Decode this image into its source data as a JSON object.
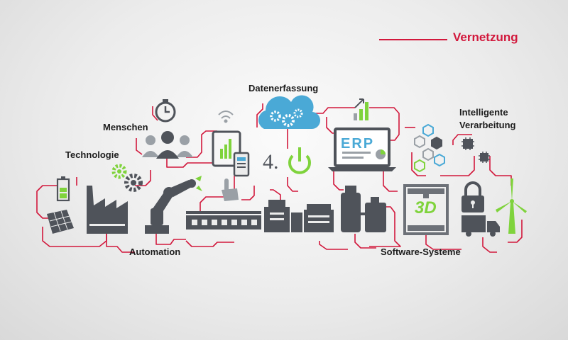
{
  "header": {
    "title": "Vernetzung"
  },
  "labels": {
    "datenerfassung": "Datenerfassung",
    "menschen": "Menschen",
    "technologie": "Technologie",
    "intelligente_line1": "Intelligente",
    "intelligente_line2": "Verarbeitung",
    "automation": "Automation",
    "software": "Software-Systeme"
  },
  "icons": {
    "erp_text": "ERP",
    "printer_text": "3D",
    "industry_text": "4."
  },
  "colors": {
    "accent_red": "#d2183c",
    "icon_gray": "#4f535a",
    "green": "#7fd33c",
    "blue": "#4aa9d6"
  }
}
